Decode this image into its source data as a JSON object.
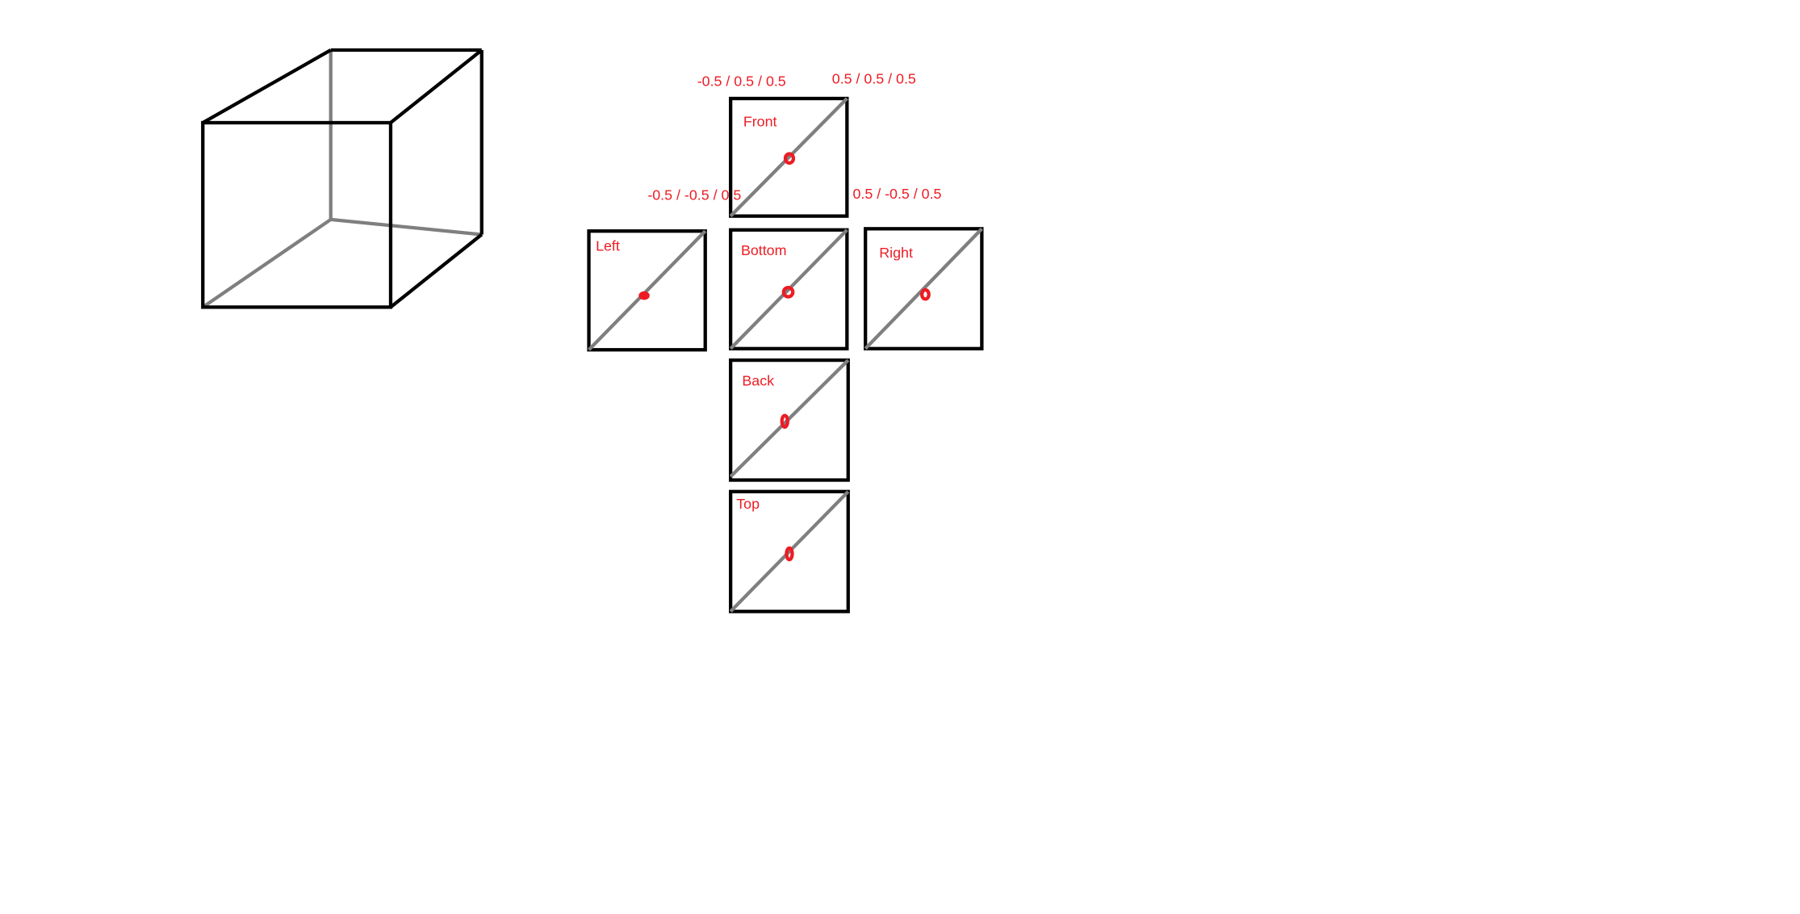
{
  "colors": {
    "outline": "#000000",
    "diagonal": "#7f7f7f",
    "annotation": "#ed1c24",
    "background": "#ffffff"
  },
  "corner_labels": {
    "front_top_left": "-0.5 / 0.5 / 0.5",
    "front_top_right": "0.5 / 0.5 / 0.5",
    "front_bottom_left": "-0.5 / -0.5 / 0.5",
    "front_bottom_right": "0.5 / -0.5 / 0.5"
  },
  "faces": {
    "front": "Front",
    "left": "Left",
    "bottom": "Bottom",
    "right": "Right",
    "back": "Back",
    "top": "Top"
  }
}
